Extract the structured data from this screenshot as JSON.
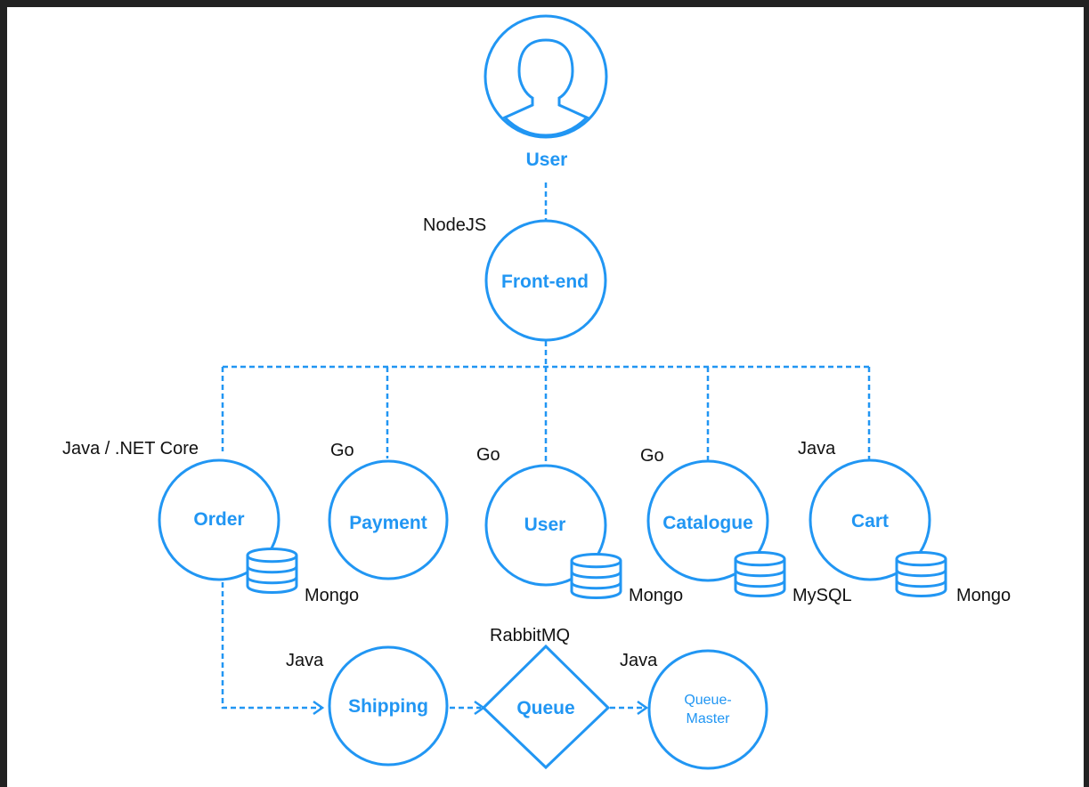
{
  "colors": {
    "accent": "#2196F3",
    "frame": "#222222",
    "background": "#ffffff",
    "text": "#111111"
  },
  "user": {
    "label": "User",
    "icon": "user-silhouette-icon"
  },
  "frontend": {
    "label": "Front-end",
    "tech": "NodeJS"
  },
  "services": [
    {
      "key": "order",
      "label": "Order",
      "tech": "Java / .NET Core",
      "db": "Mongo"
    },
    {
      "key": "payment",
      "label": "Payment",
      "tech": "Go"
    },
    {
      "key": "user",
      "label": "User",
      "tech": "Go",
      "db": "Mongo"
    },
    {
      "key": "catalogue",
      "label": "Catalogue",
      "tech": "Go",
      "db": "MySQL"
    },
    {
      "key": "cart",
      "label": "Cart",
      "tech": "Java",
      "db": "Mongo"
    }
  ],
  "pipeline": {
    "shipping": {
      "label": "Shipping",
      "tech": "Java"
    },
    "queue": {
      "label": "Queue",
      "tech": "RabbitMQ"
    },
    "queue_master": {
      "label_line1": "Queue-",
      "label_line2": "Master",
      "tech": "Java"
    }
  }
}
